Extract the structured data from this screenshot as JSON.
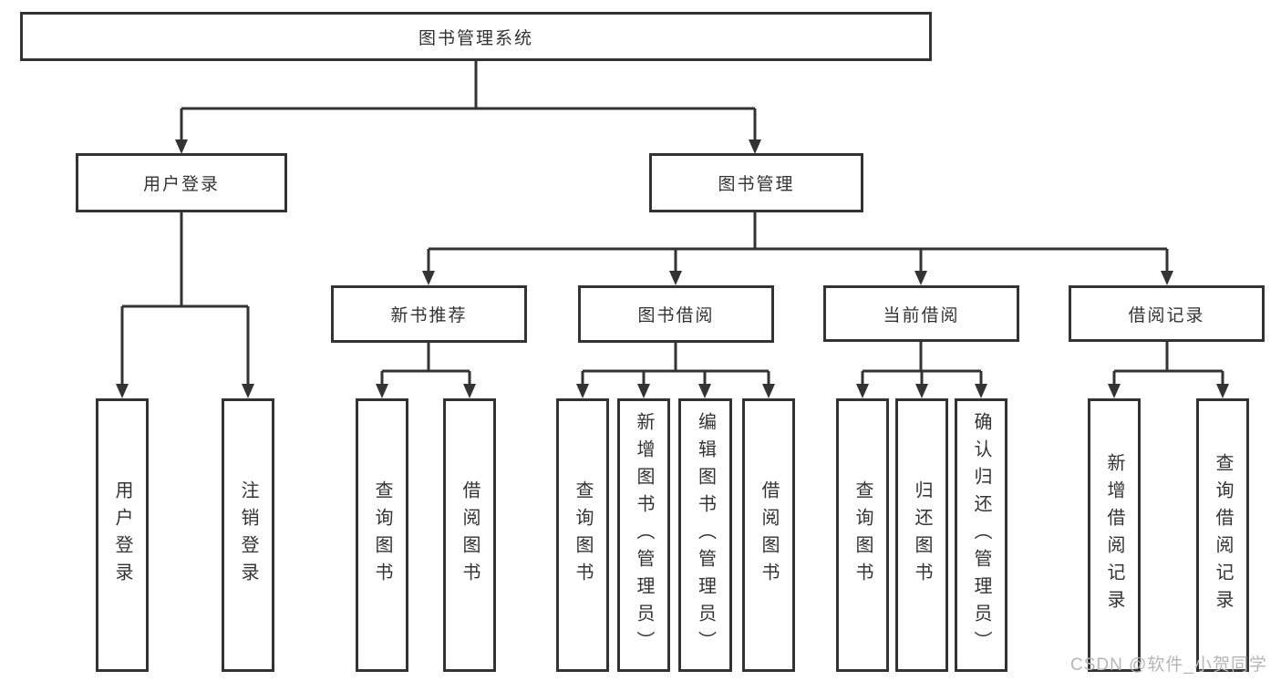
{
  "diagram": {
    "root": {
      "label": "图书管理系统"
    },
    "level2": [
      {
        "label": "用户登录"
      },
      {
        "label": "图书管理"
      }
    ],
    "level3": [
      {
        "label": "新书推荐"
      },
      {
        "label": "图书借阅"
      },
      {
        "label": "当前借阅"
      },
      {
        "label": "借阅记录"
      }
    ],
    "level4": {
      "user_login_children": [
        "用户登录",
        "注销登录"
      ],
      "new_book_children": [
        "查询图书",
        "借阅图书"
      ],
      "borrow_children": [
        "查询图书",
        "新增图书（管理员）",
        "编辑图书（管理员）",
        "借阅图书"
      ],
      "current_children": [
        "查询图书",
        "归还图书",
        "确认归还（管理员）"
      ],
      "record_children": [
        "新增借阅记录",
        "查询借阅记录"
      ]
    },
    "watermark": "CSDN @软件_小贺同学",
    "colors": {
      "line": "#333333",
      "text": "#333333",
      "watermark_text": "#b6b6b6",
      "background": "#ffffff"
    }
  }
}
